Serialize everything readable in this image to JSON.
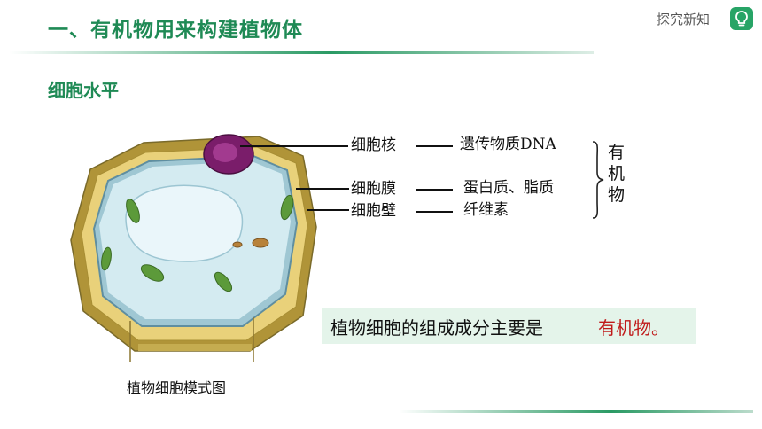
{
  "header": {
    "title": "一、有机物用来构建植物体",
    "section_label": "探究新知"
  },
  "subtitle": "细胞水平",
  "figure": {
    "caption": "植物细胞模式图",
    "labels": [
      {
        "part": "细胞核",
        "component": "遗传物质DNA"
      },
      {
        "part": "细胞膜",
        "component": "蛋白质、脂质"
      },
      {
        "part": "细胞壁",
        "component": "纤维素"
      }
    ],
    "group_label": "有机物"
  },
  "summary": {
    "text_main": "植物细胞的组成成分主要是",
    "text_highlight": "有机物。"
  },
  "colors": {
    "accent": "#1f8a55",
    "highlight": "#c01a1a",
    "summary_bg": "#e4f4ea"
  },
  "icons": [
    "lightbulb-icon"
  ]
}
